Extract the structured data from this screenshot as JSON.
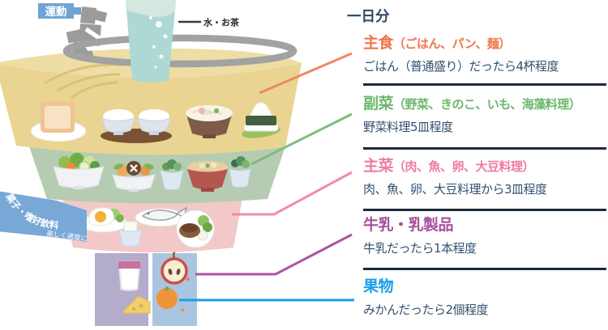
{
  "header": {
    "day_label": "一日分"
  },
  "colors": {
    "body_text": "#32506e",
    "divider": "#1d2a38",
    "shushoku": "#ee764a",
    "fukusai": "#6cb86c",
    "shusai": "#f07ba1",
    "milk": "#a7519d",
    "fruit": "#169fe8",
    "line_shushoku": "#ef8767",
    "line_fukusai": "#7cbd7c",
    "line_shusai": "#f28aab",
    "line_milk": "#aa569e",
    "line_fruit": "#1b9fe8",
    "ribbon_blue": "#78a8d6",
    "exercise_blue": "#6ea3d3"
  },
  "illustration": {
    "exercise_label": "運動",
    "water_label": "水・お茶",
    "ribbon_label": "菓子・嗜好飲料",
    "ribbon_note": "楽しく適度に"
  },
  "sections": [
    {
      "heading": "主食",
      "heading_sub": "（ごはん、パン、麺）",
      "body": "ごはん（普通盛り）だったら4杯程度"
    },
    {
      "heading": "副菜",
      "heading_sub": "（野菜、きのこ、いも、海藻料理）",
      "body": "野菜料理5皿程度"
    },
    {
      "heading": "主菜",
      "heading_sub": "（肉、魚、卵、大豆料理）",
      "body": "肉、魚、卵、大豆料理から3皿程度"
    },
    {
      "heading": "牛乳・乳製品",
      "heading_sub": "",
      "body": "牛乳だったら1本程度"
    },
    {
      "heading": "果物",
      "heading_sub": "",
      "body": "みかんだったら2個程度"
    }
  ]
}
